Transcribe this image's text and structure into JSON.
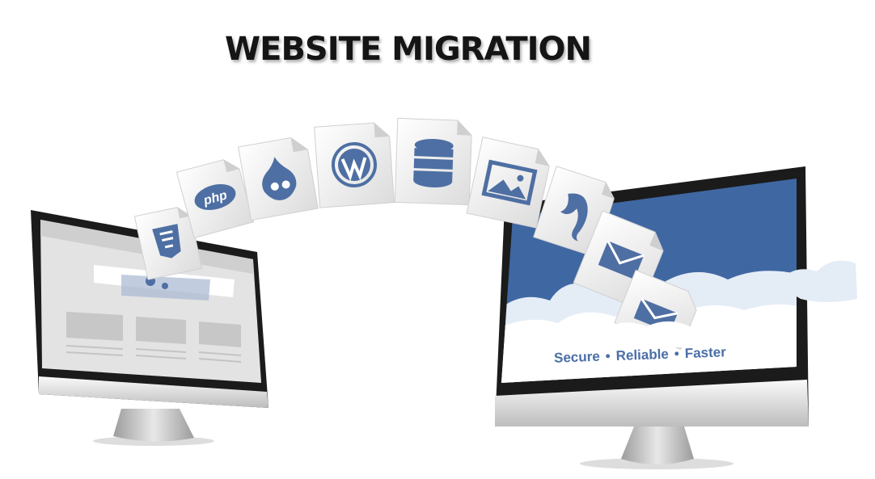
{
  "title": "WEBSITE MIGRATION",
  "tagline": {
    "items": [
      "Secure",
      "Reliable",
      "Faster"
    ],
    "separator": "•"
  },
  "colors": {
    "accent": "#4e6fa3",
    "screen_blue": "#3f67a2",
    "title": "#151515"
  },
  "file_icons": [
    "html5-icon",
    "php-icon",
    "drupal-icon",
    "wordpress-icon",
    "database-icon",
    "image-icon",
    "mysql-dolphin-icon",
    "mail-icon",
    "mail-icon"
  ],
  "php_icon_text": "php"
}
